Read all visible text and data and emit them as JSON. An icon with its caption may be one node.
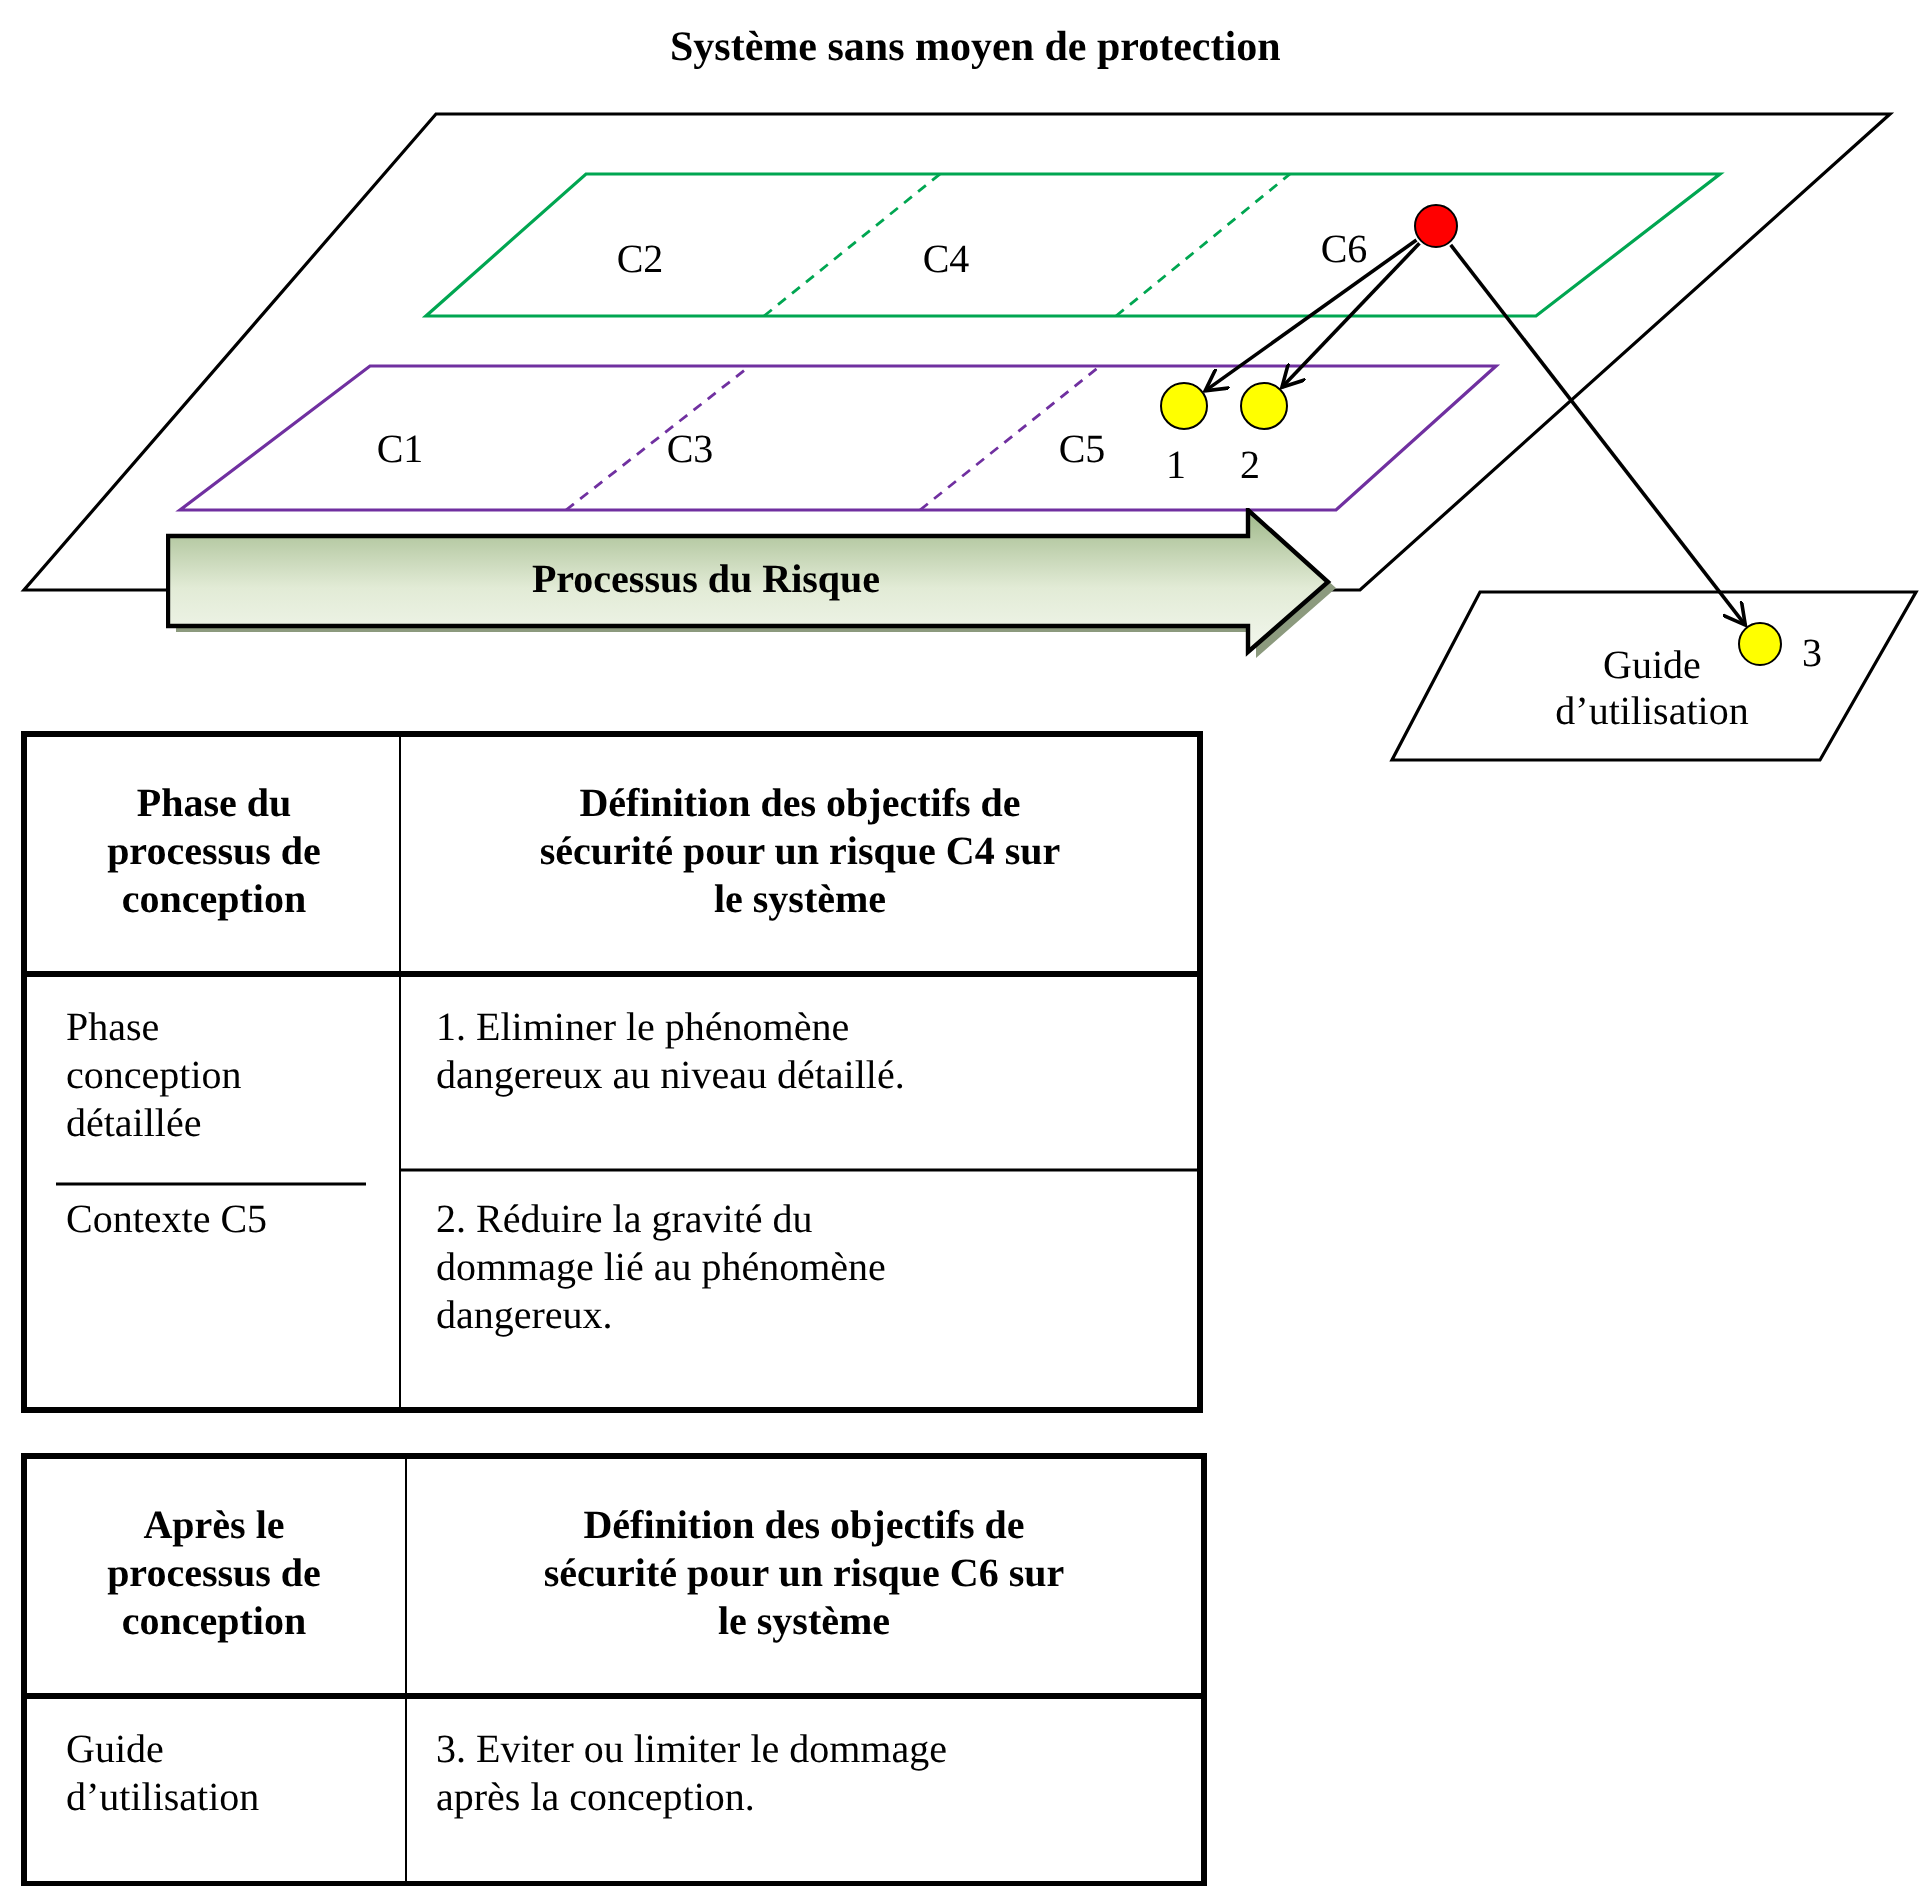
{
  "diagram": {
    "title": "Système sans moyen de protection",
    "nodes": [
      {
        "text": [],
        "shape": "parallelogram"
      },
      {
        "text": [
          "C2",
          "C4",
          "C6"
        ],
        "in": 0
      },
      {
        "text": [
          "C1",
          "C3",
          "C5"
        ],
        "in": 0
      },
      {
        "text": [],
        "shape": "circle",
        "in": 1
      },
      {
        "text": [],
        "shape": "circle",
        "in": 2,
        "beside": [
          "1"
        ]
      },
      {
        "text": [],
        "shape": "circle",
        "in": 2,
        "beside": [
          "2"
        ]
      },
      {
        "text": [
          "Processus du Risque"
        ]
      },
      {
        "text": [
          "Guide d’utilisation"
        ]
      },
      {
        "text": [],
        "shape": "circle",
        "in": 7,
        "beside": [
          "3"
        ]
      }
    ],
    "edges": [
      {
        "from": 3,
        "to": 4,
        "arrow": "to"
      },
      {
        "from": 3,
        "to": 5,
        "arrow": "to"
      },
      {
        "from": 3,
        "to": 8,
        "arrow": "to"
      }
    ],
    "labels": [
      "Phase du processus de conception",
      "Définition des objectifs de sécurité pour un risque C4 sur le système",
      "Phase conception détaillée",
      "1. Eliminer le phénomène dangereux au niveau détaillé.",
      "Contexte C5",
      "2. Réduire la gravité du dommage lié au phénomène dangereux.",
      "Après le processus de conception",
      "Définition des objectifs de sécurité pour un risque C6 sur le système",
      "Guide d’utilisation",
      "3. Eviter ou limiter le dommage après la conception."
    ]
  }
}
